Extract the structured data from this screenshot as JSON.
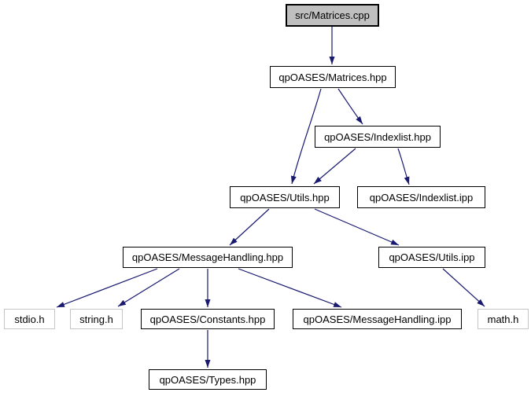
{
  "graph": {
    "kind": "include-dependency-graph",
    "colors": {
      "background": "#ffffff",
      "edge": "#191970",
      "node_fill": "#ffffff",
      "node_border": "#000000",
      "root_fill": "#bfbfbf",
      "external_border": "#c5c5c5",
      "text": "#000000"
    },
    "nodes": [
      {
        "id": "src-matrices-cpp",
        "label": "src/Matrices.cpp",
        "kind": "root"
      },
      {
        "id": "qpoases-matrices-hpp",
        "label": "qpOASES/Matrices.hpp",
        "kind": "internal"
      },
      {
        "id": "qpoases-indexlist-hpp",
        "label": "qpOASES/Indexlist.hpp",
        "kind": "internal"
      },
      {
        "id": "qpoases-utils-hpp",
        "label": "qpOASES/Utils.hpp",
        "kind": "internal"
      },
      {
        "id": "qpoases-indexlist-ipp",
        "label": "qpOASES/Indexlist.ipp",
        "kind": "internal"
      },
      {
        "id": "qpoases-messagehandling-hpp",
        "label": "qpOASES/MessageHandling.hpp",
        "kind": "internal"
      },
      {
        "id": "qpoases-utils-ipp",
        "label": "qpOASES/Utils.ipp",
        "kind": "internal"
      },
      {
        "id": "stdio-h",
        "label": "stdio.h",
        "kind": "external"
      },
      {
        "id": "string-h",
        "label": "string.h",
        "kind": "external"
      },
      {
        "id": "qpoases-constants-hpp",
        "label": "qpOASES/Constants.hpp",
        "kind": "internal"
      },
      {
        "id": "qpoases-messagehandling-ipp",
        "label": "qpOASES/MessageHandling.ipp",
        "kind": "internal"
      },
      {
        "id": "math-h",
        "label": "math.h",
        "kind": "external"
      },
      {
        "id": "qpoases-types-hpp",
        "label": "qpOASES/Types.hpp",
        "kind": "internal"
      }
    ],
    "edges": [
      {
        "from": "src/Matrices.cpp",
        "to": "qpOASES/Matrices.hpp"
      },
      {
        "from": "qpOASES/Matrices.hpp",
        "to": "qpOASES/Utils.hpp"
      },
      {
        "from": "qpOASES/Matrices.hpp",
        "to": "qpOASES/Indexlist.hpp"
      },
      {
        "from": "qpOASES/Indexlist.hpp",
        "to": "qpOASES/Utils.hpp"
      },
      {
        "from": "qpOASES/Indexlist.hpp",
        "to": "qpOASES/Indexlist.ipp"
      },
      {
        "from": "qpOASES/Utils.hpp",
        "to": "qpOASES/MessageHandling.hpp"
      },
      {
        "from": "qpOASES/Utils.hpp",
        "to": "qpOASES/Utils.ipp"
      },
      {
        "from": "qpOASES/MessageHandling.hpp",
        "to": "stdio.h"
      },
      {
        "from": "qpOASES/MessageHandling.hpp",
        "to": "string.h"
      },
      {
        "from": "qpOASES/MessageHandling.hpp",
        "to": "qpOASES/Constants.hpp"
      },
      {
        "from": "qpOASES/MessageHandling.hpp",
        "to": "qpOASES/MessageHandling.ipp"
      },
      {
        "from": "qpOASES/Utils.ipp",
        "to": "math.h"
      },
      {
        "from": "qpOASES/Constants.hpp",
        "to": "qpOASES/Types.hpp"
      }
    ]
  }
}
